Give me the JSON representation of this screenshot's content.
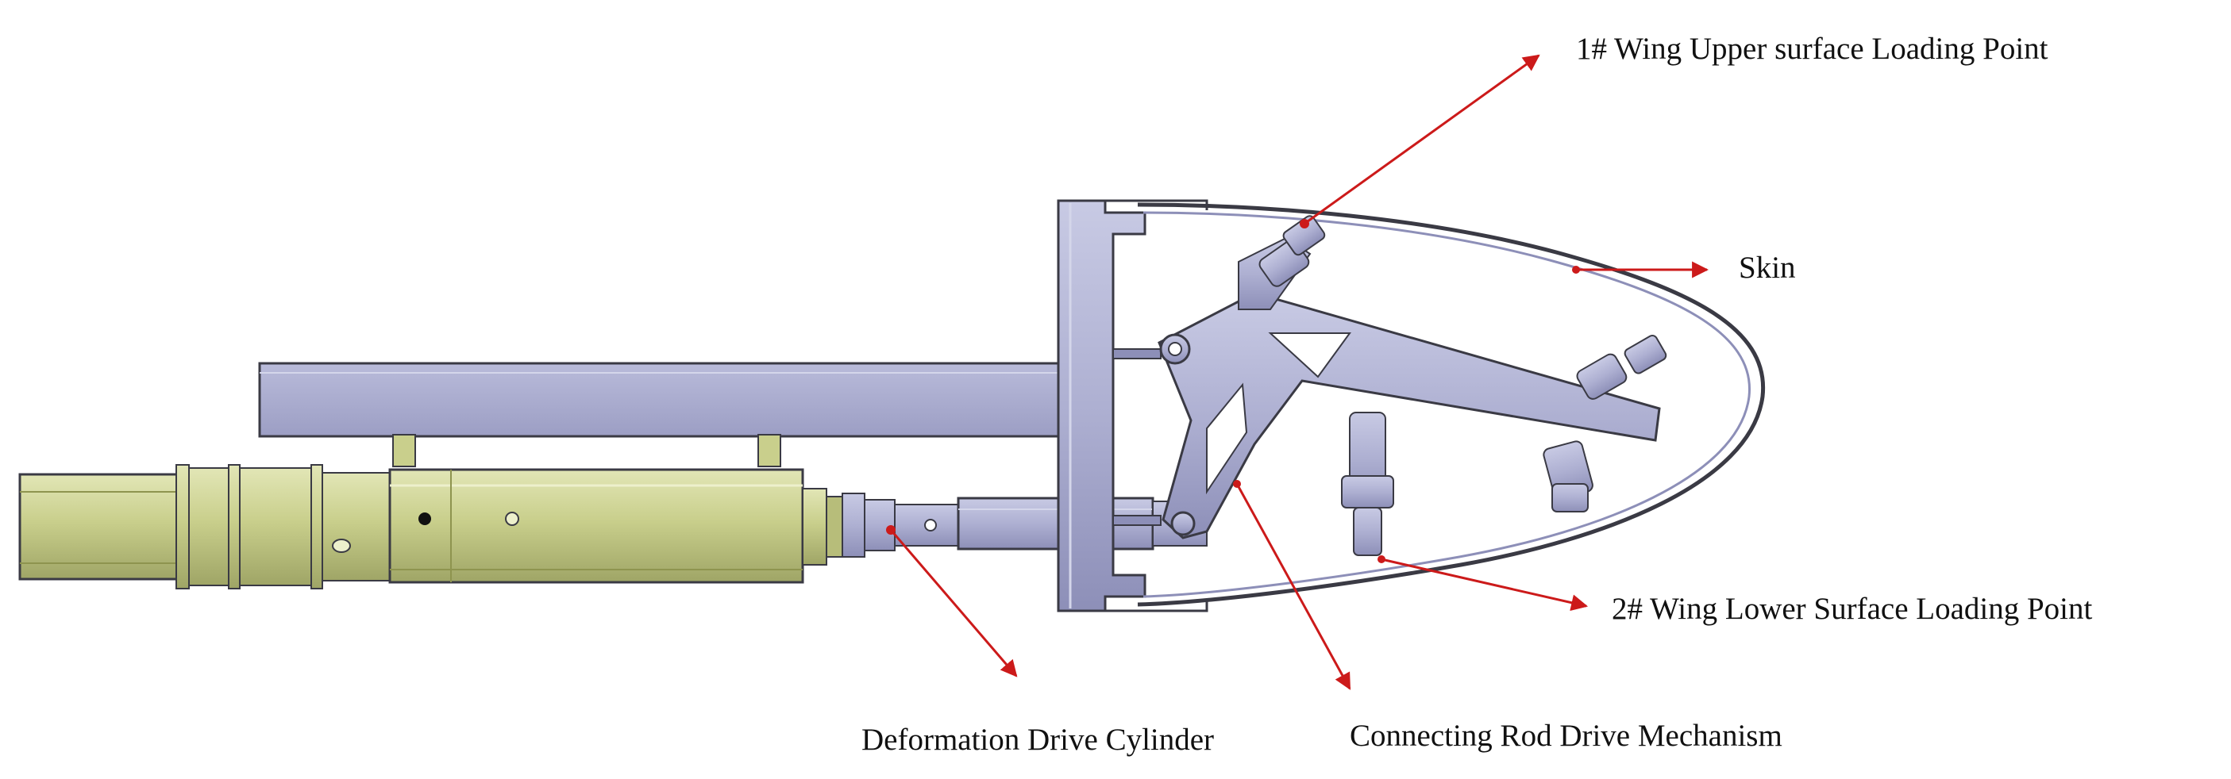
{
  "colors": {
    "callout": "#cc1a1a",
    "cylinder_body": "#c9cf8c",
    "cylinder_shade": "#9fa566",
    "cylinder_light": "#e2e6b6",
    "mechanism_fill": "#aeb0d2",
    "mechanism_shade": "#8d8fb8",
    "mechanism_light": "#c8cae4",
    "outline": "#3a3a44"
  },
  "labels": {
    "upper_point": "1# Wing Upper surface Loading Point",
    "skin": "Skin",
    "lower_point": "2# Wing Lower Surface Loading Point",
    "cylinder": "Deformation Drive Cylinder",
    "rod_mechanism": "Connecting Rod Drive Mechanism"
  }
}
